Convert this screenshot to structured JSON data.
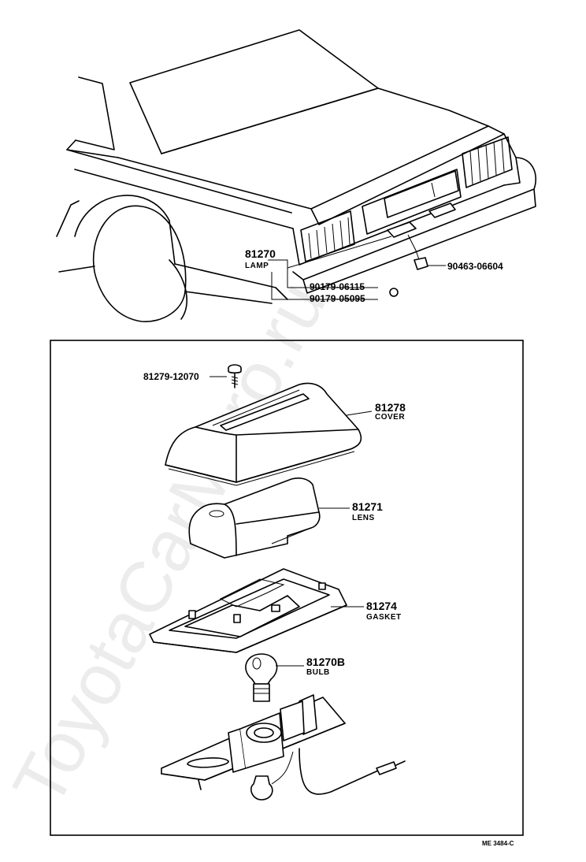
{
  "watermark": "ToyotaCarMirro.ru",
  "diagram_code": "ME 3484-C",
  "car_view": {
    "lamp_assembly": {
      "part_no": "81270",
      "name": "LAMP"
    },
    "bolt_upper": {
      "part_no": "90179-06115"
    },
    "bolt_lower": {
      "part_no": "90179-05095"
    },
    "grommet": {
      "part_no": "90463-06604"
    }
  },
  "exploded_view": {
    "screw": {
      "part_no": "81279-12070"
    },
    "cover": {
      "part_no": "81278",
      "name": "COVER"
    },
    "lens": {
      "part_no": "81271",
      "name": "LENS"
    },
    "gasket": {
      "part_no": "81274",
      "name": "GASKET"
    },
    "bulb": {
      "part_no": "81270B",
      "name": "BULB"
    }
  }
}
